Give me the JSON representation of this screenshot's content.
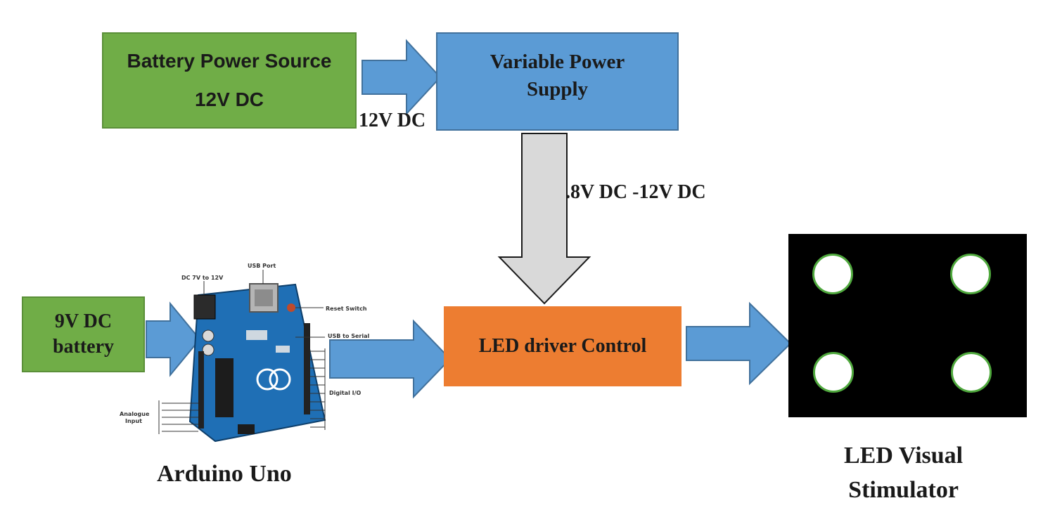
{
  "diagram": {
    "battery": {
      "line1": "Battery Power Source",
      "line2": "12V DC"
    },
    "variable_power_supply": {
      "line1": "Variable Power",
      "line2": "Supply"
    },
    "battery_9v": {
      "line1": "9V DC",
      "line2": "battery"
    },
    "led_driver": {
      "label": "LED driver Control"
    },
    "edge_12v": "12V DC",
    "edge_range": ".8V DC -12V DC",
    "arduino": {
      "caption": "Arduino Uno",
      "annotations": {
        "dc_input": "DC 7V to 12V",
        "usb_port": "USB Port",
        "reset_switch": "Reset Switch",
        "usb_serial": "USB to Serial",
        "digital_io": "Digital I/O",
        "analogue_input_1": "Analogue",
        "analogue_input_2": "Input"
      }
    },
    "stimulator": {
      "line1": "LED Visual",
      "line2": "Stimulator"
    },
    "colors": {
      "green_box": "#70ad47",
      "blue_box": "#5b9bd5",
      "orange_box": "#ed7d31",
      "arrow_blue": "#5b9bd5",
      "arrow_gray": "#d9d9d9",
      "led_ring": "#4fa83d"
    }
  }
}
